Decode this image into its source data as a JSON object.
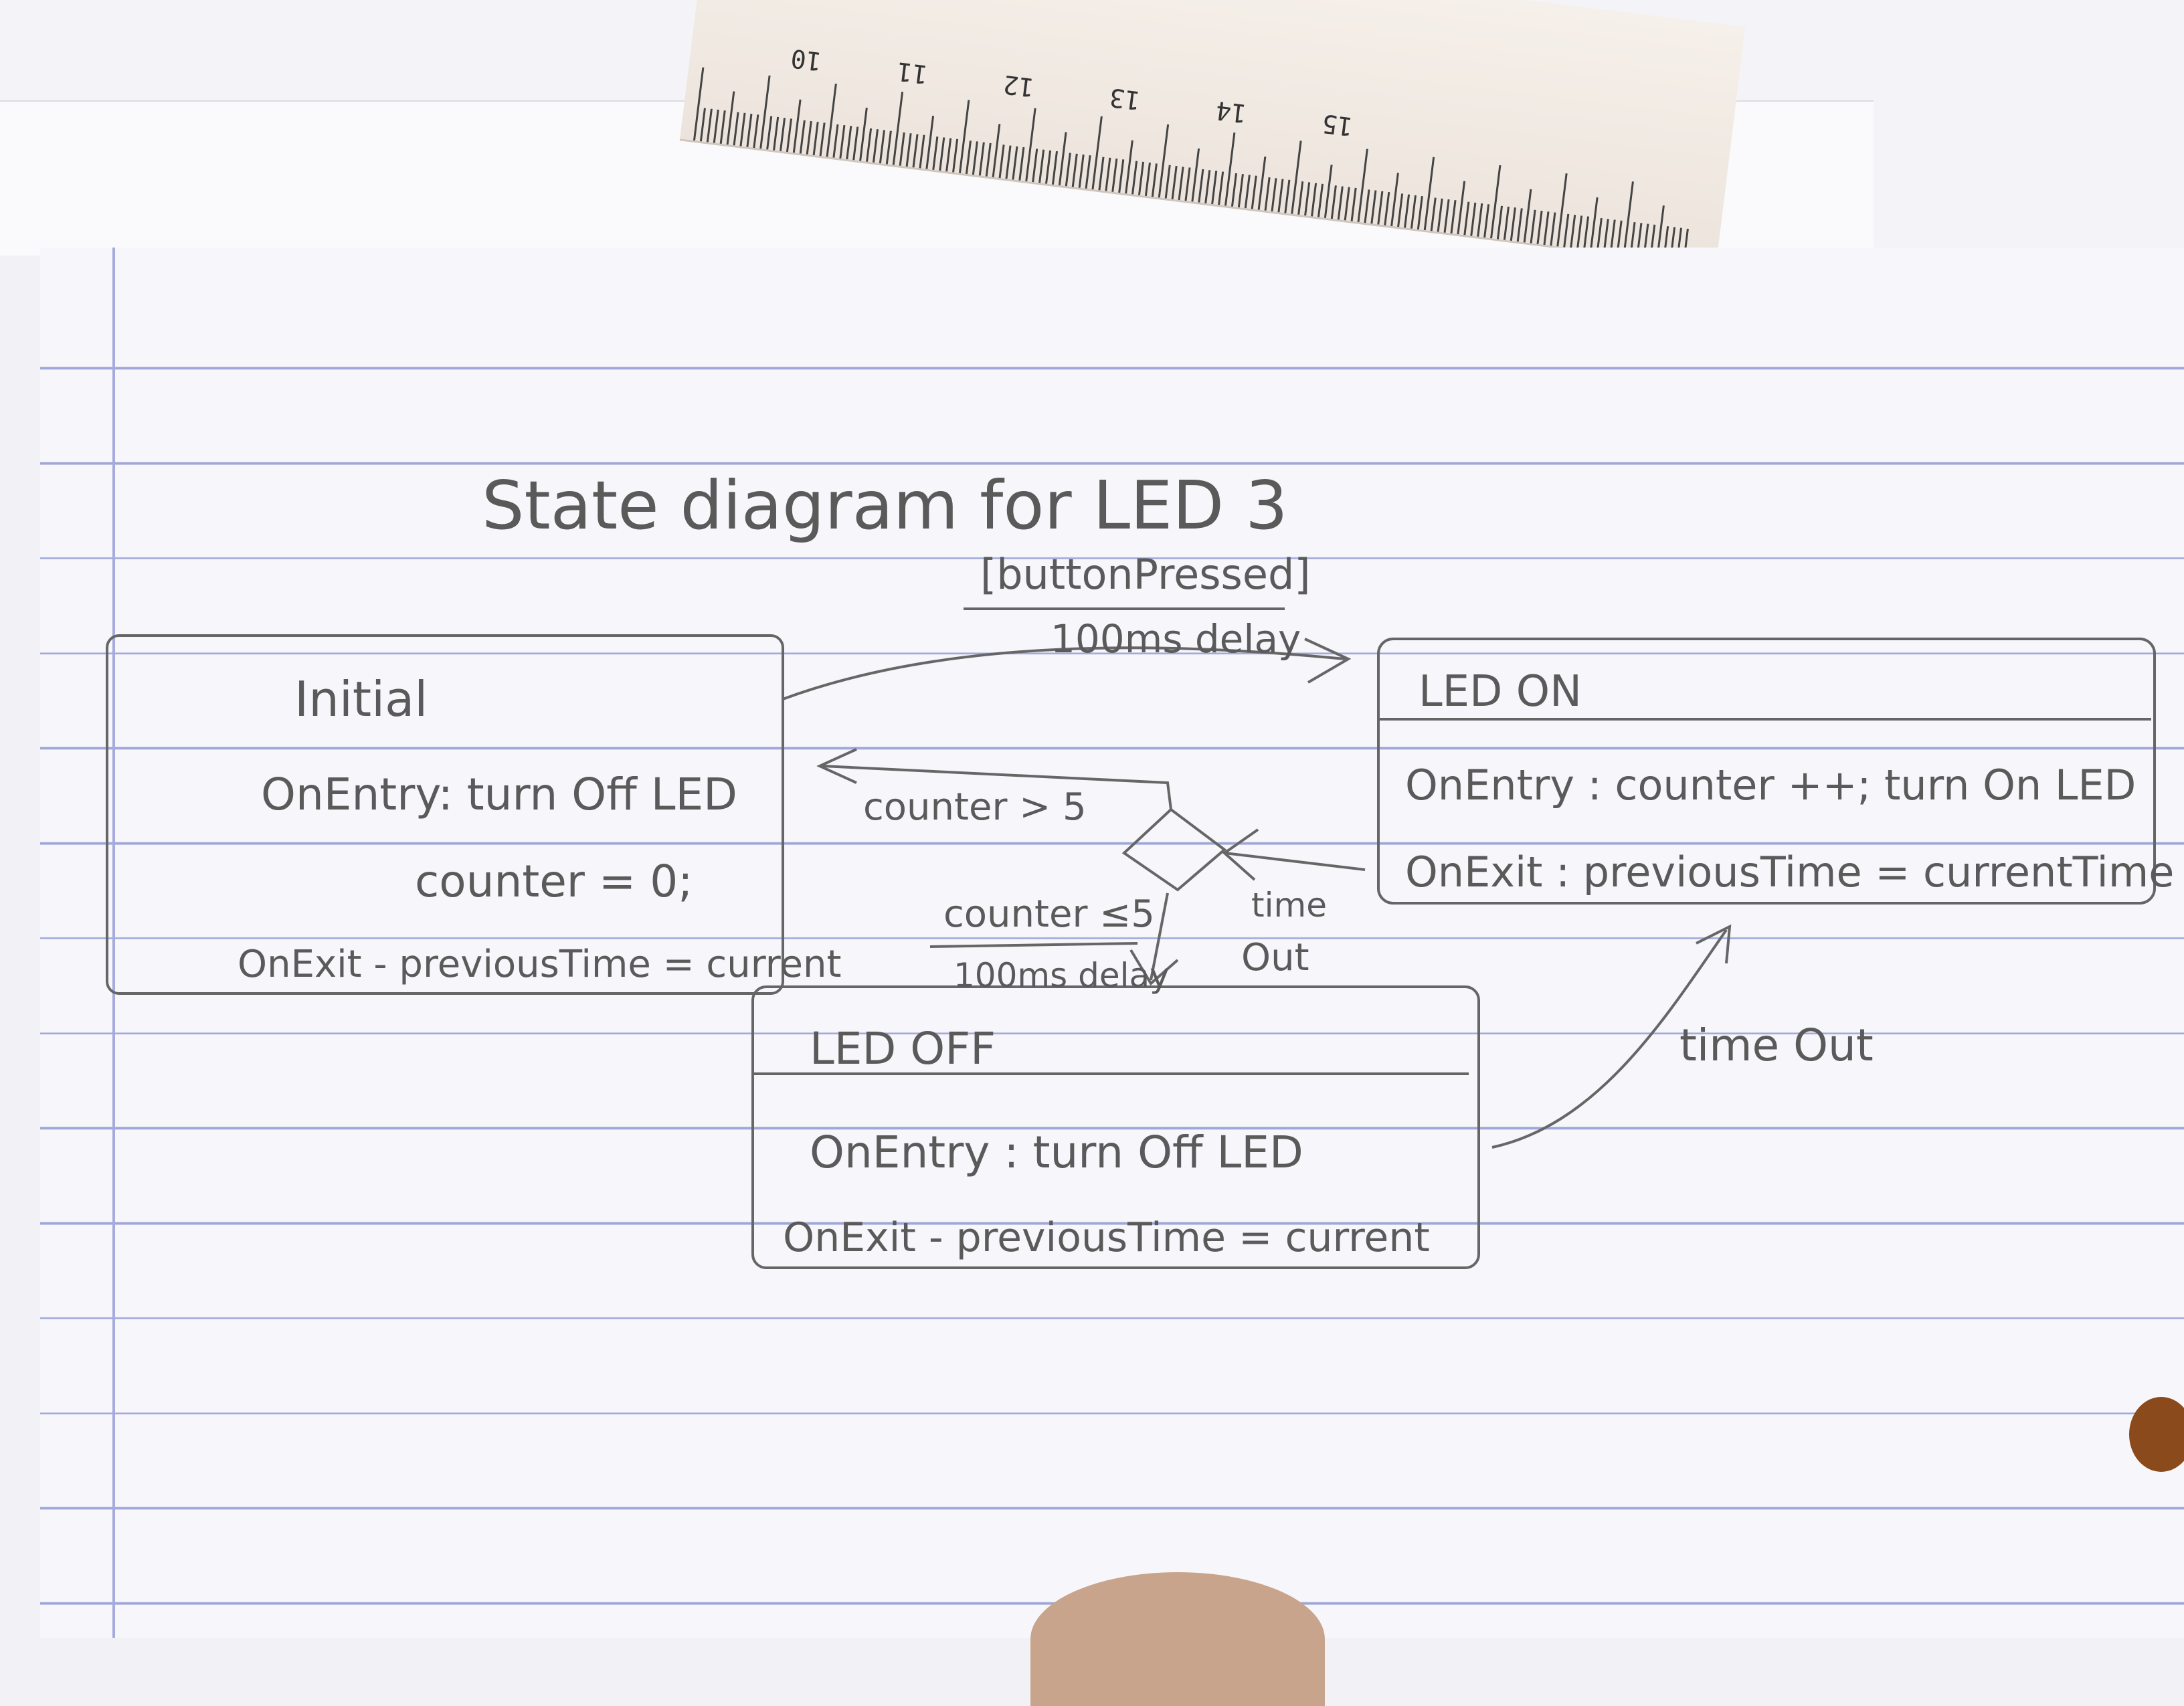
{
  "diagram": {
    "title": "State diagram for LED 3",
    "states": {
      "initial": {
        "name": "Initial",
        "on_entry": "OnEntry: turn Off LED",
        "on_entry_2": "counter = 0;",
        "on_exit": "OnExit - previousTime = current"
      },
      "led_on": {
        "name": "LED ON",
        "on_entry": "OnEntry : counter ++; turn On LED",
        "on_exit": "OnExit : previousTime = currentTime"
      },
      "led_off": {
        "name": "LED OFF",
        "on_entry": "OnEntry : turn Off LED",
        "on_exit": "OnExit - previousTime = current"
      }
    },
    "transitions": {
      "initial_to_on_guard": "[buttonPressed]",
      "initial_to_on_action": "100ms delay",
      "choice_to_initial": "counter > 5",
      "choice_to_off_guard": "counter ≤5",
      "choice_to_off_action": "100ms delay",
      "on_to_choice_line1": "time",
      "on_to_choice_line2": "Out",
      "off_to_on": "time Out"
    }
  },
  "ruler": {
    "numbers": [
      "10",
      "11",
      "12",
      "13",
      "14",
      "15"
    ]
  }
}
